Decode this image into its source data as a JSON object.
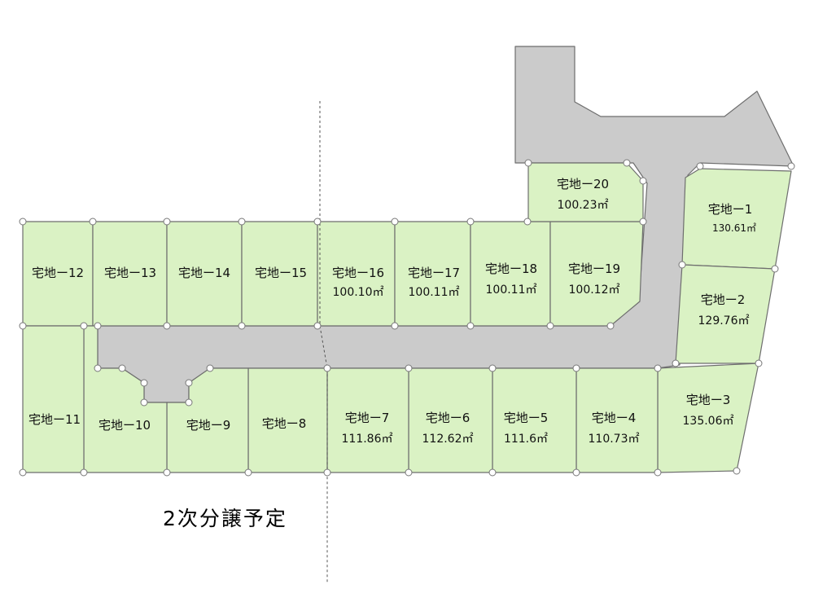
{
  "phase_note": "2次分譲予定",
  "lots": [
    {
      "id": "1",
      "name": "宅地ー1",
      "area": "130.61㎡"
    },
    {
      "id": "2",
      "name": "宅地ー2",
      "area": "129.76㎡"
    },
    {
      "id": "3",
      "name": "宅地ー3",
      "area": "135.06㎡"
    },
    {
      "id": "4",
      "name": "宅地ー4",
      "area": "110.73㎡"
    },
    {
      "id": "5",
      "name": "宅地ー5",
      "area": "111.6㎡"
    },
    {
      "id": "6",
      "name": "宅地ー6",
      "area": "112.62㎡"
    },
    {
      "id": "7",
      "name": "宅地ー7",
      "area": "111.86㎡"
    },
    {
      "id": "8",
      "name": "宅地ー8",
      "area": ""
    },
    {
      "id": "9",
      "name": "宅地ー9",
      "area": ""
    },
    {
      "id": "10",
      "name": "宅地ー10",
      "area": ""
    },
    {
      "id": "11",
      "name": "宅地ー11",
      "area": ""
    },
    {
      "id": "12",
      "name": "宅地ー12",
      "area": ""
    },
    {
      "id": "13",
      "name": "宅地ー13",
      "area": ""
    },
    {
      "id": "14",
      "name": "宅地ー14",
      "area": ""
    },
    {
      "id": "15",
      "name": "宅地ー15",
      "area": ""
    },
    {
      "id": "16",
      "name": "宅地ー16",
      "area": "100.10㎡"
    },
    {
      "id": "17",
      "name": "宅地ー17",
      "area": "100.11㎡"
    },
    {
      "id": "18",
      "name": "宅地ー18",
      "area": "100.11㎡"
    },
    {
      "id": "19",
      "name": "宅地ー19",
      "area": "100.12㎡"
    },
    {
      "id": "20",
      "name": "宅地ー20",
      "area": "100.23㎡"
    }
  ],
  "colors": {
    "lot_fill": "#daf2c4",
    "road_fill": "#cbcbcb",
    "outline": "#6e6e6e"
  }
}
